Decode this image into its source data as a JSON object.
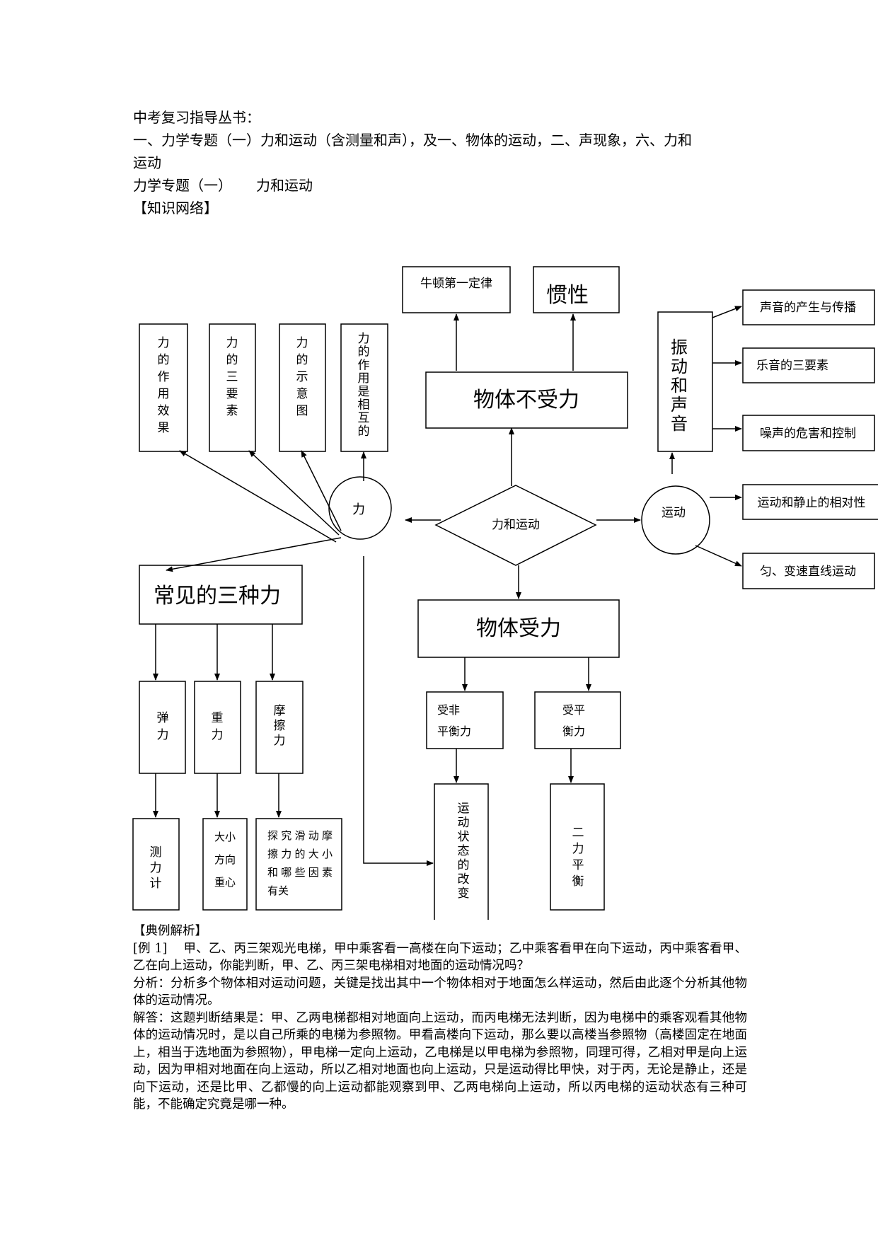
{
  "header": {
    "series": "中考复习指导丛书：",
    "scope_line1": "一、力学专题（一）力和运动（含测量和声），及一、物体的运动，二、声现象，六、力和",
    "scope_line2": "运动",
    "topic_left": "力学专题（一）",
    "topic_right": "力和运动",
    "network_heading": "【知识网络】"
  },
  "diagram": {
    "center": "力和运动",
    "force_circle": "力",
    "motion_circle": "运动",
    "no_force": "物体不受力",
    "newton_law": "牛顿第一定律",
    "inertia": "惯性",
    "force_effect": "力的作用效果",
    "force_three_elements": "力的三要素",
    "force_diagram": "力的示意图",
    "force_mutual": "力的作用是相互的",
    "vibration_sound": "振动和声音",
    "sound_origin": "声音的产生与传播",
    "tone_three_elements": "乐音的三要素",
    "noise_control": "噪声的危害和控制",
    "motion_relativity": "运动和静止的相对性",
    "linear_motion": "匀、变速直线运动",
    "common_forces": "常见的三种力",
    "elastic_force": "弹力",
    "gravity": "重力",
    "friction": "摩擦力",
    "spring_scale": "测力计",
    "gravity_props": [
      "大小",
      "方向",
      "重心"
    ],
    "friction_props": [
      "探究滑动摩",
      "擦力的大小",
      "和哪些因素",
      "有关"
    ],
    "force_applied": "物体受力",
    "unbalanced": [
      "受非",
      "平衡力"
    ],
    "balanced": [
      "受平",
      "衡力"
    ],
    "state_change": "运动状态的改变",
    "two_force_balance": "二力平衡"
  },
  "examples": {
    "heading": "【典例解析】",
    "example1_label": "[例 1]",
    "example1_text": "甲、乙、丙三架观光电梯，甲中乘客看一高楼在向下运动；乙中乘客看甲在向下运动，丙中乘客看甲、乙在向上运动，你能判断，甲、乙、丙三架电梯相对地面的运动情况吗？",
    "analysis": "分析：分析多个物体相对运动问题，关键是找出其中一个物体相对于地面怎么样运动，然后由此逐个分析其他物体的运动情况。",
    "answer": "解答：这题判断结果是：甲、乙两电梯都相对地面向上运动，而丙电梯无法判断，因为电梯中的乘客观看其他物体的运动情况时，是以自己所乘的电梯为参照物。甲看高楼向下运动，那么要以高楼当参照物（高楼固定在地面上，相当于选地面为参照物），甲电梯一定向上运动，乙电梯是以甲电梯为参照物，同理可得，乙相对甲是向上运动，因为甲相对地面在向上运动，所以乙相对地面也向上运动，只是运动得比甲快，对于丙，无论是静止，还是向下运动，还是比甲、乙都慢的向上运动都能观察到甲、乙两电梯向上运动，所以丙电梯的运动状态有三种可能，不能确定究竟是哪一种。"
  }
}
